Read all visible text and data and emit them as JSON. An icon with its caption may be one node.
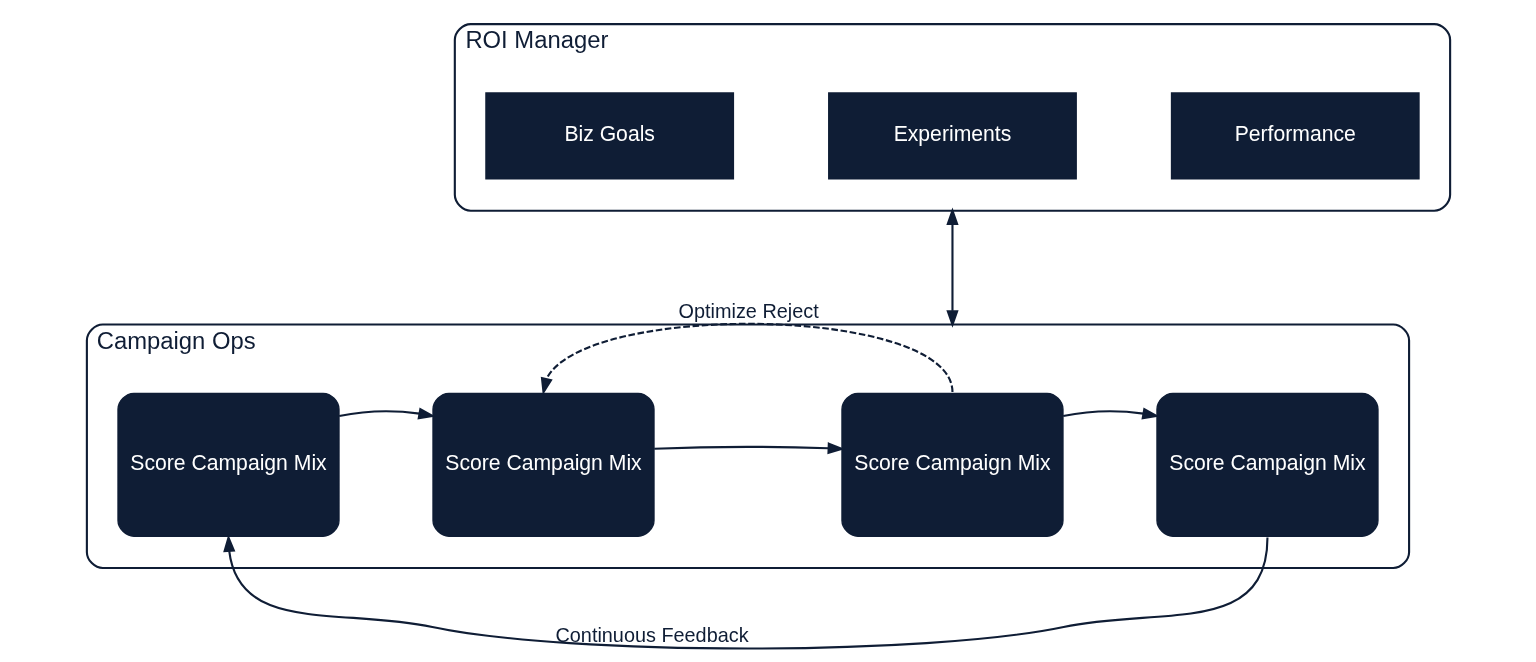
{
  "diagram": {
    "nodes": [
      {
        "text": [
          "ROI Manager"
        ]
      },
      {
        "text": [
          "Biz Goals"
        ],
        "in": 0
      },
      {
        "text": [
          "Experiments"
        ],
        "in": 0
      },
      {
        "text": [
          "Performance"
        ],
        "in": 0
      },
      {
        "text": [
          "Campaign Ops"
        ]
      },
      {
        "text": [
          "Score Campaign Mix"
        ],
        "in": 4
      },
      {
        "text": [
          "Score Campaign Mix"
        ],
        "in": 4
      },
      {
        "text": [
          "Score Campaign Mix"
        ],
        "in": 4
      },
      {
        "text": [
          "Score Campaign Mix"
        ],
        "in": 4
      }
    ],
    "edges": [
      {
        "from": 0,
        "to": 4,
        "arrow": "both"
      },
      {
        "from": 5,
        "to": 6,
        "arrow": "to"
      },
      {
        "from": 6,
        "to": 7,
        "arrow": "to"
      },
      {
        "from": 7,
        "to": 8,
        "arrow": "to"
      },
      {
        "from": 7,
        "to": 6,
        "arrow": "to",
        "label": "Optimize Reject",
        "style": "dashed"
      },
      {
        "from": 8,
        "to": 5,
        "arrow": "to",
        "label": "Continuous Feedback"
      }
    ]
  }
}
